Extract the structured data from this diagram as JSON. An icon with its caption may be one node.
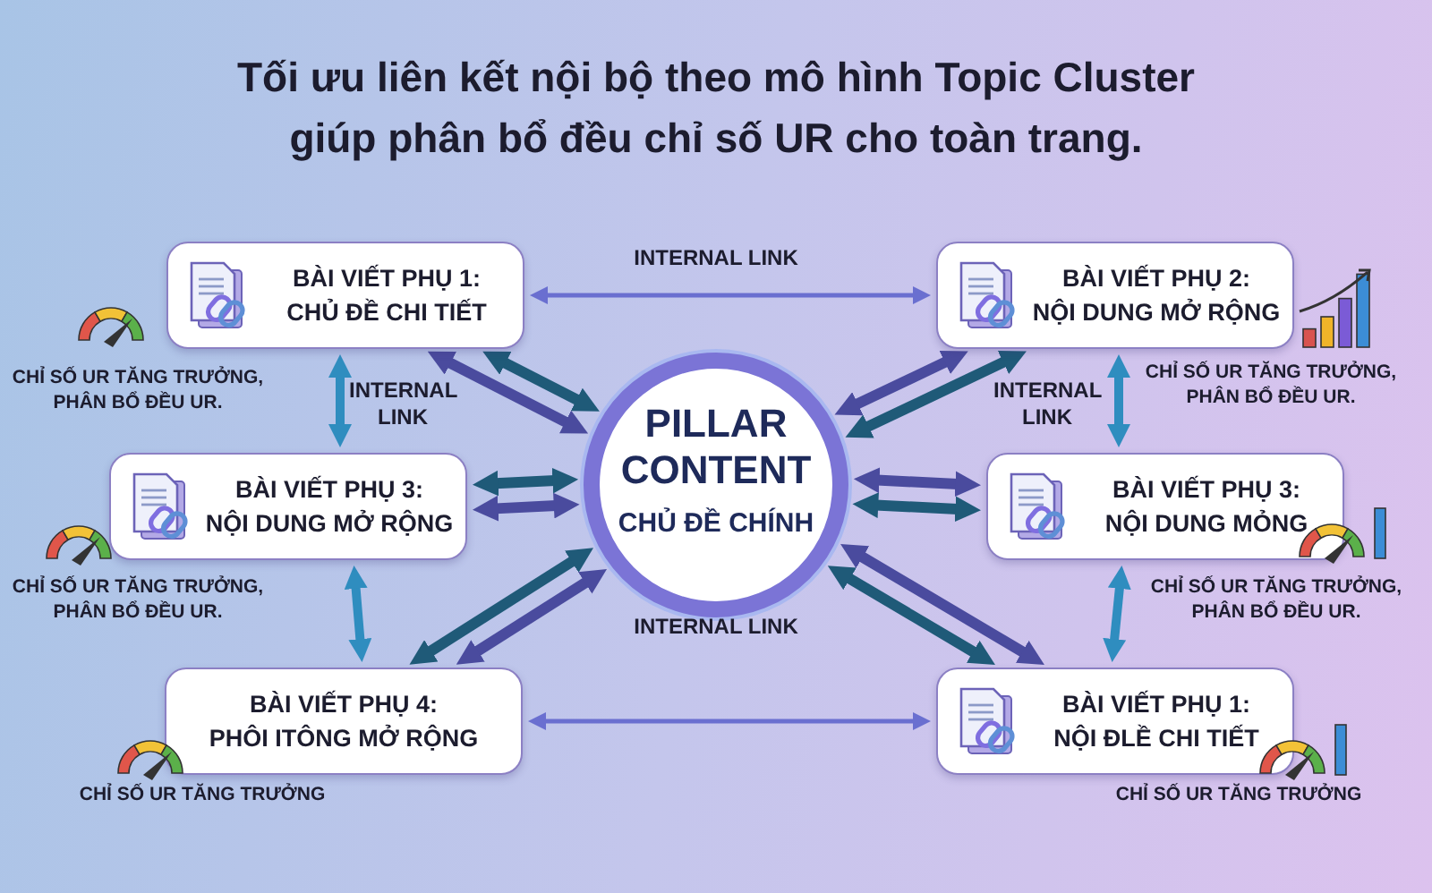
{
  "diagram": {
    "title": "Tối ưu liên kết nội bộ theo mô hình Topic Cluster giúp phân bổ đều chỉ số UR cho toàn trang.",
    "nodes": [
      {
        "text": [
          "PILLAR CONTENT",
          "CHỦ ĐỀ CHÍNH"
        ]
      },
      {
        "text": [
          "BÀI VIẾT PHỤ 1: CHỦ ĐỀ CHI TIẾT"
        ],
        "beside": [
          "CHỈ SỐ UR TĂNG TRƯỞNG, PHÂN BỔ ĐỀU UR."
        ]
      },
      {
        "text": [
          "BÀI VIẾT PHỤ 2: NỘI DUNG MỞ RỘNG"
        ],
        "beside": [
          "CHỈ SỐ UR TĂNG TRƯỞNG, PHÂN BỔ ĐỀU UR."
        ]
      },
      {
        "text": [
          "BÀI VIẾT PHỤ 3: NỘI DUNG MỞ RỘNG"
        ],
        "beside": [
          "CHỈ SỐ UR TĂNG TRƯỞNG, PHÂN BỔ ĐỀU UR."
        ]
      },
      {
        "text": [
          "BÀI VIẾT PHỤ 3: NỘI DUNG MỎNG"
        ],
        "beside": [
          "CHỈ SỐ UR TĂNG TRƯỞNG, PHÂN BỔ ĐỀU UR."
        ]
      },
      {
        "text": [
          "BÀI VIẾT PHỤ 4: PHÔI ITÔNG MỞ RỘNG"
        ],
        "beside": [
          "CHỈ SỐ UR TĂNG TRƯỞNG"
        ]
      },
      {
        "text": [
          "BÀI VIẾT PHỤ 1: NỘI ĐLỀ CHI TIẾT"
        ],
        "beside": [
          "CHỈ SỐ UR TĂNG TRƯỞNG"
        ]
      }
    ],
    "edges": [
      {
        "from": 1,
        "to": 0,
        "arrow": "both",
        "color": "#1f5a78"
      },
      {
        "from": 1,
        "to": 0,
        "arrow": "both",
        "color": "#4a4b9e"
      },
      {
        "from": 2,
        "to": 0,
        "arrow": "both",
        "color": "#1f5a78"
      },
      {
        "from": 2,
        "to": 0,
        "arrow": "both",
        "color": "#4a4b9e"
      },
      {
        "from": 3,
        "to": 0,
        "arrow": "both",
        "color": "#1f5a78"
      },
      {
        "from": 3,
        "to": 0,
        "arrow": "both",
        "color": "#4a4b9e"
      },
      {
        "from": 4,
        "to": 0,
        "arrow": "both",
        "color": "#1f5a78"
      },
      {
        "from": 4,
        "to": 0,
        "arrow": "both",
        "color": "#4a4b9e"
      },
      {
        "from": 5,
        "to": 0,
        "arrow": "both",
        "color": "#1f5a78"
      },
      {
        "from": 5,
        "to": 0,
        "arrow": "both",
        "color": "#4a4b9e"
      },
      {
        "from": 6,
        "to": 0,
        "arrow": "both",
        "color": "#1f5a78"
      },
      {
        "from": 6,
        "to": 0,
        "arrow": "both",
        "color": "#4a4b9e"
      },
      {
        "from": 1,
        "to": 2,
        "arrow": "both",
        "label": "INTERNAL LINK",
        "color": "#6a6fd0"
      },
      {
        "from": 5,
        "to": 6,
        "arrow": "both",
        "label": "INTERNAL LINK",
        "color": "#6a6fd0"
      },
      {
        "from": 1,
        "to": 3,
        "arrow": "both",
        "label": "INTERNAL LINK",
        "color": "#2f8dbf"
      },
      {
        "from": 2,
        "to": 4,
        "arrow": "both",
        "label": "INTERNAL LINK",
        "color": "#2f8dbf"
      },
      {
        "from": 3,
        "to": 5,
        "arrow": "both",
        "color": "#2f8dbf"
      },
      {
        "from": 4,
        "to": 6,
        "arrow": "both",
        "color": "#2f8dbf"
      }
    ]
  }
}
